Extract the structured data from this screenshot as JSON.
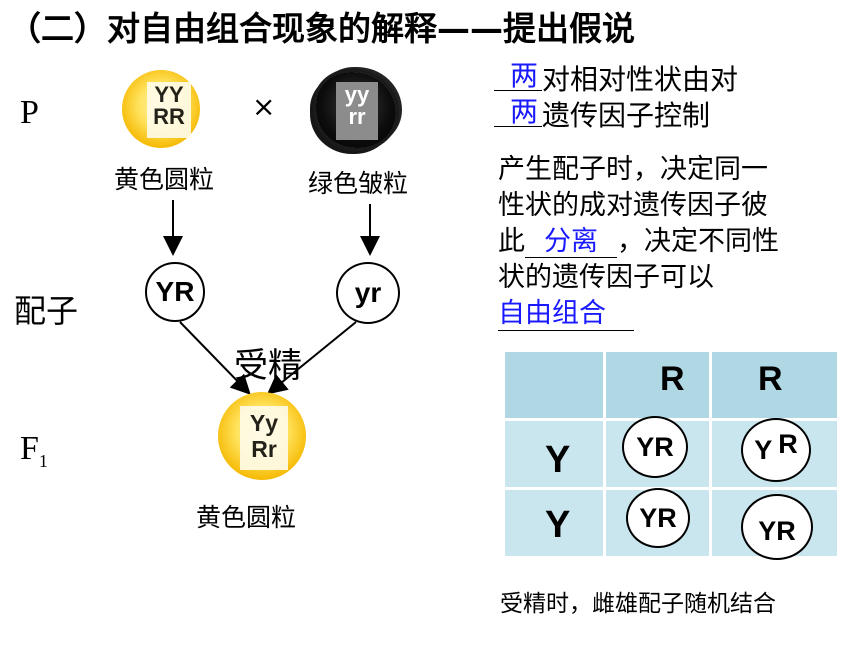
{
  "title": "（二）对自由组合现象的解释——提出假说",
  "generations": {
    "p": "P",
    "gametes": "配子",
    "f1_main": "F",
    "f1_sub": "1"
  },
  "cross_symbol": "×",
  "fertilization_label": "受精",
  "parents": {
    "left": {
      "genotype_line1": "YY",
      "genotype_line2": "RR",
      "phenotype": "黄色圆粒"
    },
    "right": {
      "genotype_line1": "yy",
      "genotype_line2": "rr",
      "phenotype": "绿色皱粒"
    }
  },
  "gametes": {
    "left": "YR",
    "right": "yr"
  },
  "offspring": {
    "genotype_line1": "Yy",
    "genotype_line2": "Rr",
    "phenotype": "黄色圆粒"
  },
  "hypothesis": {
    "line1_answer": "两",
    "line1_text": "对相对性状由对",
    "line2_answer": "两",
    "line2_text": "遗传因子控制",
    "para_line1": "产生配子时，决定同一",
    "para_line2": "性状的成对遗传因子彼",
    "para_line3_prefix": "此",
    "para_line3_answer": "分离",
    "para_line3_suffix": "，决定不同性",
    "para_line4": "状的遗传因子可以",
    "para_line5_answer": "自由组合"
  },
  "punnett": {
    "col_headers": [
      "R",
      "R"
    ],
    "row_headers": [
      "Y",
      "Y"
    ],
    "cells": [
      [
        "Y",
        "R",
        "Y",
        "R"
      ],
      [
        "Y",
        "R",
        "Y",
        "R"
      ]
    ]
  },
  "footer_note": "受精时，雌雄配子随机结合",
  "colors": {
    "answer_blue": "#1a1aff",
    "table_cell": "#c9e6ee",
    "seed_yellow": "#f5b800"
  }
}
